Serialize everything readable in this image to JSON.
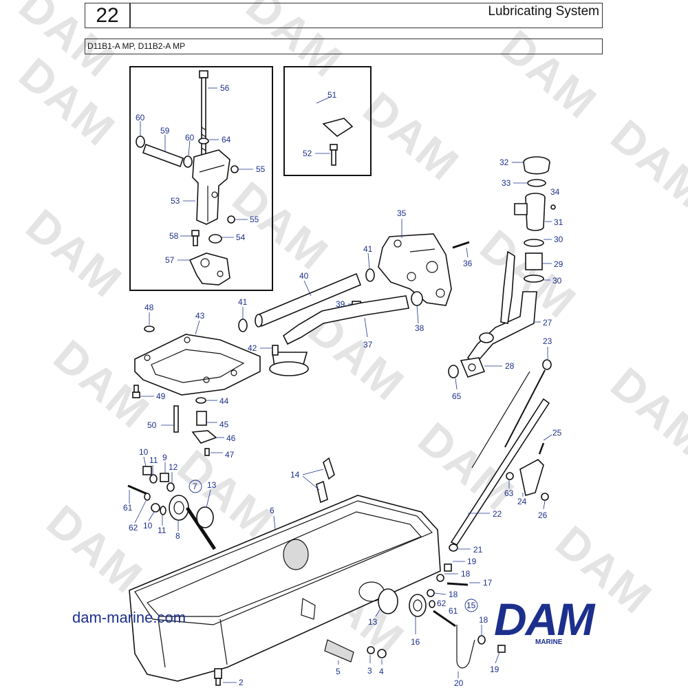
{
  "header": {
    "group_number": "22",
    "title": "Lubricating System",
    "models": "D11B1-A MP, D11B2-A MP"
  },
  "watermark": "DAM",
  "footer": {
    "website": "dam-marine.com",
    "brand": "DAM",
    "brand_sub": "MARINE"
  },
  "colors": {
    "callout": "#1c2f8c",
    "watermark": "#e4e4e4"
  },
  "callouts": {
    "c56": "56",
    "c60a": "60",
    "c59": "59",
    "c60b": "60",
    "c64": "64",
    "c55a": "55",
    "c53": "53",
    "c55b": "55",
    "c58": "58",
    "c54": "54",
    "c57": "57",
    "c51": "51",
    "c52": "52",
    "c32": "32",
    "c33": "33",
    "c34": "34",
    "c31": "31",
    "c30a": "30",
    "c29": "29",
    "c30b": "30",
    "c27": "27",
    "c28": "28",
    "c65": "65",
    "c35": "35",
    "c36": "36",
    "c41a": "41",
    "c40": "40",
    "c41b": "41",
    "c39": "39",
    "c38": "38",
    "c37": "37",
    "c42": "42",
    "c48": "48",
    "c43": "43",
    "c49": "49",
    "c44": "44",
    "c50": "50",
    "c45": "45",
    "c46": "46",
    "c47": "47",
    "c23": "23",
    "c25": "25",
    "c63": "63",
    "c24": "24",
    "c26": "26",
    "c22": "22",
    "c21": "21",
    "c10a": "10",
    "c11a": "11",
    "c9": "9",
    "c12": "12",
    "c7": "7",
    "c13a": "13",
    "c61a": "61",
    "c62a": "62",
    "c10b": "10",
    "c11b": "11",
    "c8": "8",
    "c14": "14",
    "c6": "6",
    "c19a": "19",
    "c18a": "18",
    "c17": "17",
    "c18b": "18",
    "c62b": "62",
    "c61b": "61",
    "c15": "15",
    "c16": "16",
    "c13b": "13",
    "c18c": "18",
    "c19b": "19",
    "c20": "20",
    "c5": "5",
    "c3": "3",
    "c4": "4",
    "c2": "2"
  }
}
